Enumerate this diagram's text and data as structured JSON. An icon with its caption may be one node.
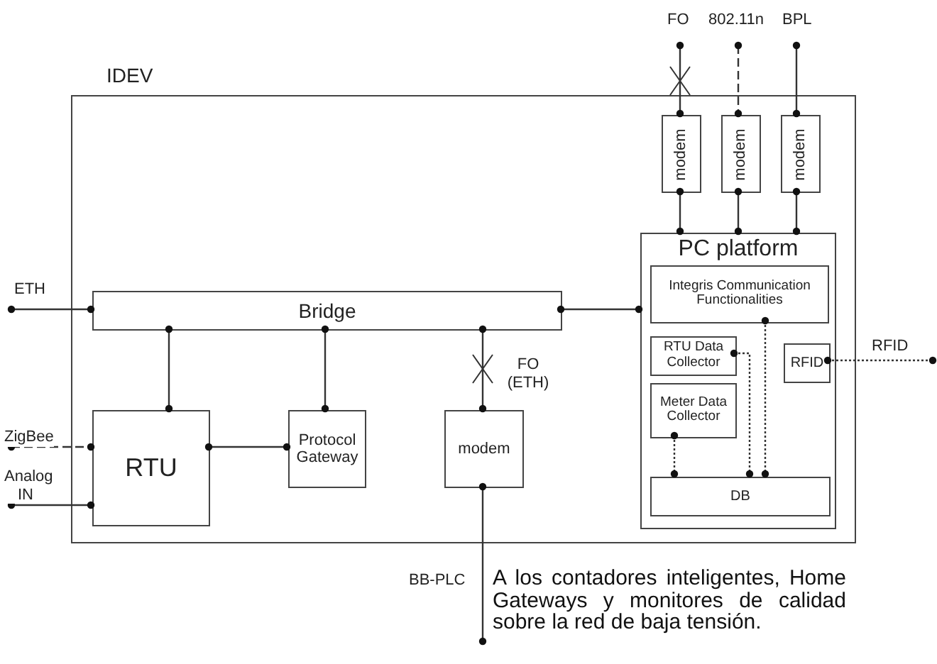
{
  "diagram": {
    "nodes": [
      {
        "text": [
          "IDEV"
        ]
      },
      {
        "text": [
          "modem"
        ],
        "in": 0
      },
      {
        "text": [
          "modem"
        ],
        "in": 0
      },
      {
        "text": [
          "modem"
        ],
        "in": 0
      },
      {
        "text": [
          "PC platform"
        ],
        "in": 0
      },
      {
        "text": [
          "Integris Communication Functionalities"
        ],
        "in": 4
      },
      {
        "text": [
          "RTU Data Collector"
        ],
        "in": 4
      },
      {
        "text": [
          "Meter Data Collector"
        ],
        "in": 4
      },
      {
        "text": [
          "RFID"
        ],
        "in": 4
      },
      {
        "text": [
          "DB"
        ],
        "in": 4
      },
      {
        "text": [
          "Bridge"
        ],
        "in": 0
      },
      {
        "text": [
          "RTU"
        ],
        "in": 0
      },
      {
        "text": [
          "Protocol Gateway"
        ],
        "in": 0
      },
      {
        "text": [
          "modem"
        ],
        "in": 0
      },
      {
        "text": [
          "A los contadores inteligentes, Home Gateways y monitores de calidad sobre la red de baja tensión."
        ]
      }
    ],
    "edges": [
      {
        "from": null,
        "to": 1,
        "arrow": "other",
        "label": "FO"
      },
      {
        "from": null,
        "to": 2,
        "arrow": "other",
        "label": "802.11n",
        "style": "dashed"
      },
      {
        "from": null,
        "to": 3,
        "arrow": "other",
        "label": "BPL"
      },
      {
        "from": 1,
        "to": 4,
        "arrow": "other"
      },
      {
        "from": 2,
        "to": 4,
        "arrow": "other"
      },
      {
        "from": 3,
        "to": 4,
        "arrow": "other"
      },
      {
        "from": null,
        "to": 10,
        "arrow": "other",
        "label": "ETH"
      },
      {
        "from": 10,
        "to": 4,
        "arrow": "other"
      },
      {
        "from": 10,
        "to": 11,
        "arrow": "other"
      },
      {
        "from": 10,
        "to": 12,
        "arrow": "other"
      },
      {
        "from": 10,
        "to": 13,
        "arrow": "other",
        "label": "FO (ETH)"
      },
      {
        "from": null,
        "to": 11,
        "arrow": "other",
        "label": "ZigBee",
        "style": "dashed"
      },
      {
        "from": null,
        "to": 11,
        "arrow": "other",
        "label": "Analog IN"
      },
      {
        "from": 11,
        "to": 12,
        "arrow": "other"
      },
      {
        "from": 13,
        "to": 14,
        "arrow": "other",
        "label": "BB-PLC"
      },
      {
        "from": 5,
        "to": 9,
        "arrow": "other",
        "style": "dashed"
      },
      {
        "from": 6,
        "to": 9,
        "arrow": "other",
        "style": "dashed"
      },
      {
        "from": 7,
        "to": 9,
        "arrow": "other",
        "style": "dashed"
      },
      {
        "from": 8,
        "to": null,
        "arrow": "other",
        "label": "RFID",
        "style": "dashed"
      }
    ]
  }
}
